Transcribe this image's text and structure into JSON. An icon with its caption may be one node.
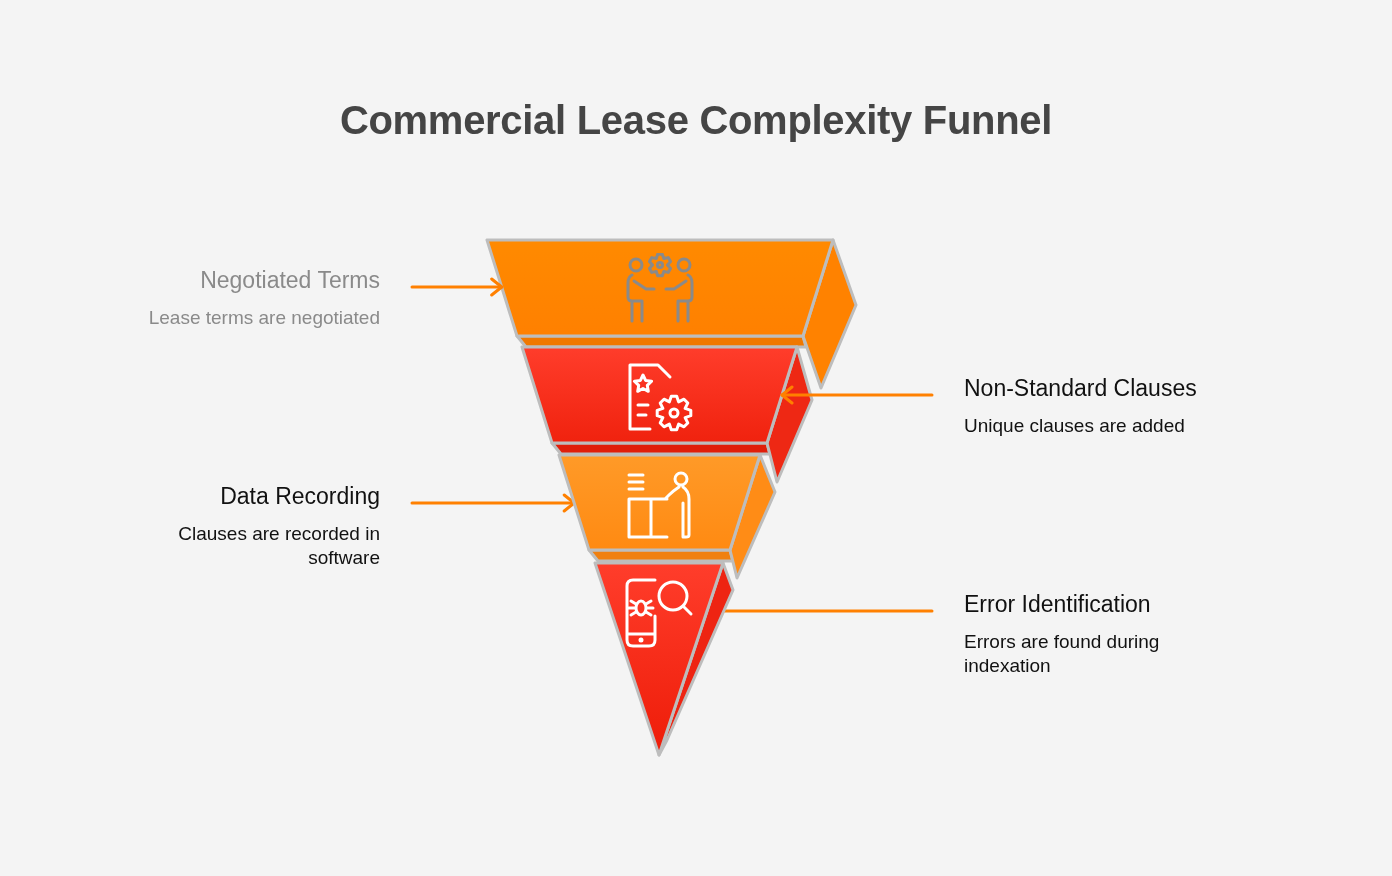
{
  "diagram": {
    "title": "Commercial Lease Complexity Funnel",
    "nodes": [
      {
        "text": [
          "Negotiated Terms",
          "Lease terms are negotiated"
        ]
      },
      {
        "text": [],
        "shape": "trapezoid"
      },
      {
        "text": [],
        "shape": "trapezoid"
      },
      {
        "text": [
          "Non-Standard Clauses",
          "Unique clauses are added"
        ]
      },
      {
        "text": [
          "Data Recording",
          "Clauses are recorded in software"
        ]
      },
      {
        "text": [],
        "shape": "trapezoid"
      },
      {
        "text": [],
        "shape": "triangle"
      },
      {
        "text": [
          "Error Identification",
          "Errors are found during indexation"
        ]
      }
    ],
    "edges": [
      {
        "from": 0,
        "to": 1,
        "arrow": "to"
      },
      {
        "from": 3,
        "to": 2,
        "arrow": "to"
      },
      {
        "from": 4,
        "to": 5,
        "arrow": "to"
      },
      {
        "from": 7,
        "to": 6,
        "arrow": "to"
      }
    ]
  }
}
